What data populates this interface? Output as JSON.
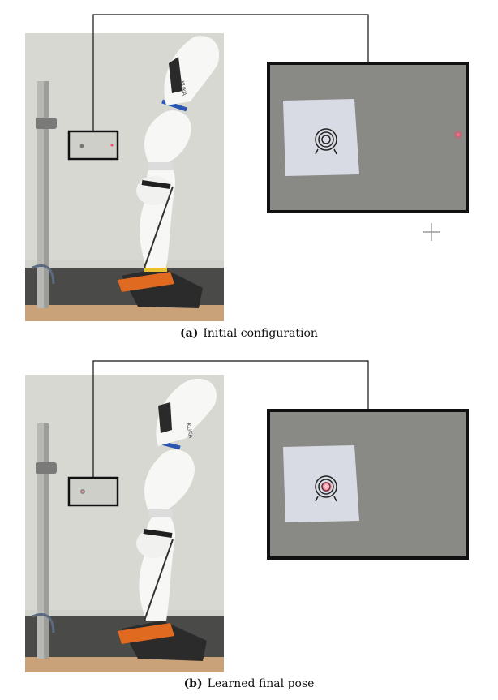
{
  "panels": [
    {
      "label": "(a)",
      "caption": "Initial configuration",
      "laser_on_target": false
    },
    {
      "label": "(b)",
      "caption": "Learned final pose",
      "laser_on_target": true
    }
  ],
  "colors": {
    "backdrop": "#d3d3ce",
    "zoom_background": "#8a8a86",
    "laser": "#ff4466",
    "robot": "#f7f7f5",
    "robot_accent": "#2a55b0",
    "base_orange": "#e06a20"
  }
}
